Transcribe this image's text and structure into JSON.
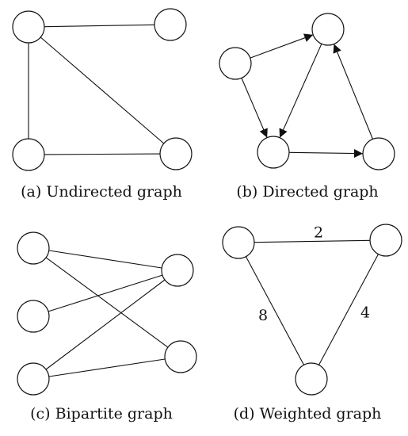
{
  "panels": [
    {
      "caption": "(a) Undirected graph",
      "directed": false,
      "nodes": [
        "a1",
        "a2",
        "a3",
        "a4"
      ],
      "edges": [
        {
          "from": "a1",
          "to": "a2"
        },
        {
          "from": "a1",
          "to": "a3"
        },
        {
          "from": "a1",
          "to": "a4"
        },
        {
          "from": "a3",
          "to": "a4"
        }
      ]
    },
    {
      "caption": "(b) Directed graph",
      "directed": true,
      "nodes": [
        "b1",
        "b2",
        "b3",
        "b4"
      ],
      "edges": [
        {
          "from": "b1",
          "to": "b2"
        },
        {
          "from": "b1",
          "to": "b3"
        },
        {
          "from": "b2",
          "to": "b3"
        },
        {
          "from": "b3",
          "to": "b4"
        },
        {
          "from": "b4",
          "to": "b2"
        }
      ]
    },
    {
      "caption": "(c) Bipartite graph",
      "directed": false,
      "nodes": [
        "c1",
        "c2",
        "c3",
        "c4",
        "c5"
      ],
      "edges": [
        {
          "from": "c1",
          "to": "c4"
        },
        {
          "from": "c1",
          "to": "c5"
        },
        {
          "from": "c2",
          "to": "c4"
        },
        {
          "from": "c3",
          "to": "c4"
        },
        {
          "from": "c3",
          "to": "c5"
        }
      ]
    },
    {
      "caption": "(d) Weighted graph",
      "directed": false,
      "nodes": [
        "d1",
        "d2",
        "d3"
      ],
      "edges": [
        {
          "from": "d1",
          "to": "d2",
          "weight": "2"
        },
        {
          "from": "d1",
          "to": "d3",
          "weight": "8"
        },
        {
          "from": "d2",
          "to": "d3",
          "weight": "4"
        }
      ]
    }
  ]
}
